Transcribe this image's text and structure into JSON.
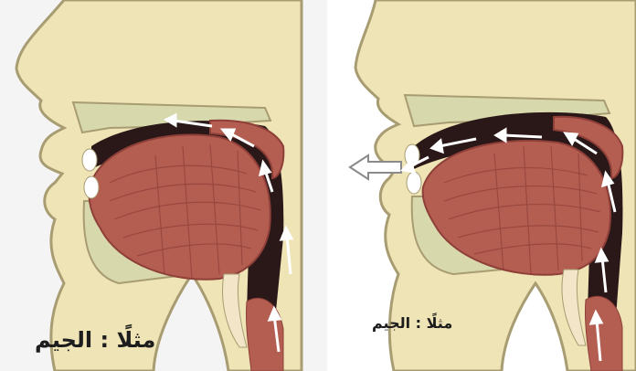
{
  "panels": [
    {
      "id": "left",
      "caption": "مثلًا : الجيم"
    },
    {
      "id": "right",
      "caption": "مثلًا : الجيم"
    }
  ],
  "colors": {
    "skin": "#efe4b6",
    "skin_outline": "#a89c72",
    "bone": "#d8d8ad",
    "muscle": "#b45e52",
    "muscle_dark": "#8e3f38",
    "cavity": "#2a1818",
    "arrow": "#ffffff"
  },
  "icons": [
    "airflow-arrow-icon",
    "outflow-arrow-icon"
  ]
}
